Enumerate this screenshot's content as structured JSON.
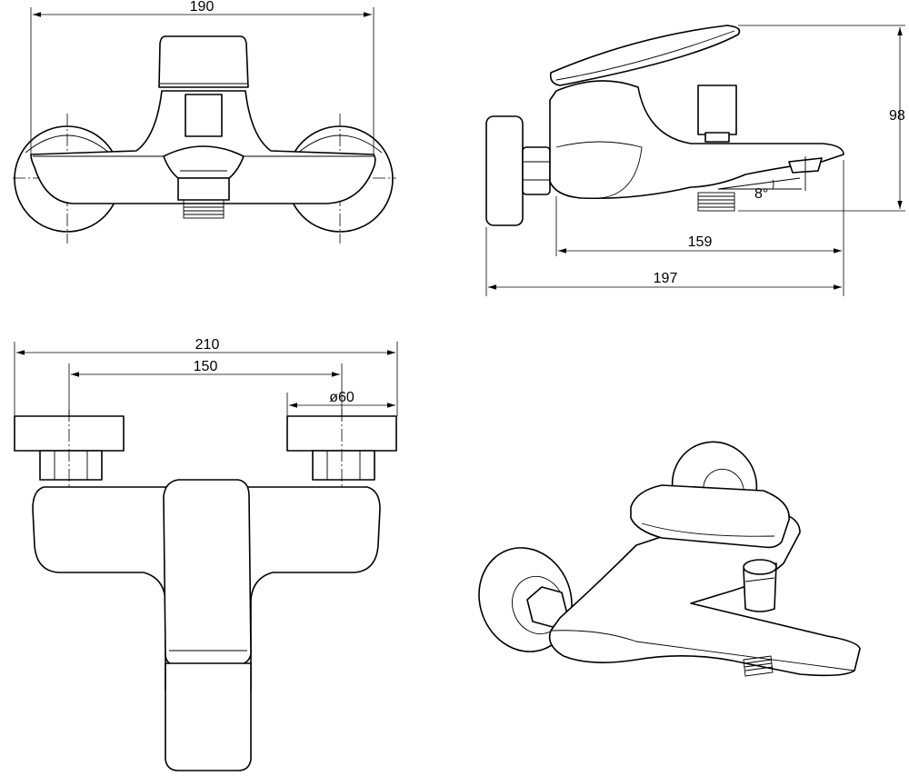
{
  "dimensions": {
    "front_width": "190",
    "side_height": "98",
    "spout_length": "159",
    "total_depth": "197",
    "spout_angle": "8°",
    "plan_width": "210",
    "inlet_centers": "150",
    "rosette_diameter": "ø60"
  }
}
